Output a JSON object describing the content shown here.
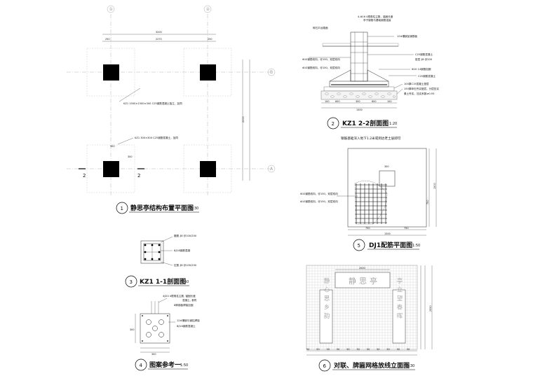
{
  "drawings": {
    "d1": {
      "number": "1",
      "title": "静思亭结构布置平面图",
      "scale": "1:30",
      "axes_x": [
        "①",
        "②"
      ],
      "axes_y": [
        "B",
        "A"
      ],
      "dims_top_total": "3200",
      "dims_top_mid": "2270",
      "dims_side": "2000",
      "dim_250": "250",
      "note_footing": "KZ1 1500×1500×300 C25钢筋混凝土独立，加同",
      "note_column": "KZ1 300×300 C25钢筋混凝土，加同",
      "dim_1500": "1500",
      "dim_300": "300"
    },
    "d2": {
      "number": "2",
      "title": "KZ1 2-2剖面图",
      "scale": "1:20",
      "caption": "钢筋基础深入地下1.2米或到达老土层即可",
      "dim_total": "1500",
      "dim_300": "300",
      "notes_right": [
        "12#槽钢加钢筋板",
        "C25钢筋混凝土",
        "垫层 ∮8 @200",
        "Φ10 14钢筋加腕",
        "C25钢筋混凝土",
        "100厚C15混凝土垫层",
        "150厚碎石夯实垫层，分层压实",
        "素土夯实，压实系数≥0.93"
      ],
      "notes_left": [
        "Φ10钢筋双向，@150，双层双向",
        "Φ10钢筋双向，@150，双层双向"
      ],
      "note_top": "4-Φ16 4根角柱主筋，锚固长度",
      "note_top2": "亭子钢筋与基础钢筋连接",
      "note_pave": "碎石平台路面"
    },
    "d3": {
      "number": "3",
      "title": "KZ1 1-1剖面图",
      "scale": "1:50",
      "notes": [
        "箍筋 ∮8 @100/200",
        "8∮16钢筋混凝",
        "拉筋 ∮8 @100/200"
      ]
    },
    "d4": {
      "number": "4",
      "title": "图案参考一",
      "scale": "1:50",
      "notes": [
        "4∮20 4根角柱主筋, 锚固长度",
        "混凝土, 参同",
        "8厚钢板焊接加固",
        "12#槽钢与钢柱焊接",
        "Φ16钢板连接",
        "8∮16钢筋混凝土"
      ]
    },
    "d5": {
      "number": "5",
      "title": "DJ1配筋平面图",
      "scale": "1:50",
      "dims": [
        "300",
        "750",
        "750",
        "1500",
        "750",
        "1500"
      ],
      "notes": [
        "Φ10钢筋双向，@150，双层双向",
        "Φ10钢筋双向，@150，双层双向"
      ]
    },
    "d6": {
      "number": "6",
      "title": "对联、牌匾网格放线立面图",
      "scale": "1:30",
      "plaque_text": "静思亭",
      "couplet_left": "静心思乡韵",
      "couplet_right": "亭立望春晖",
      "dim_plaque": "2000",
      "dim_height": "2550",
      "dims_bottom": "50"
    }
  }
}
